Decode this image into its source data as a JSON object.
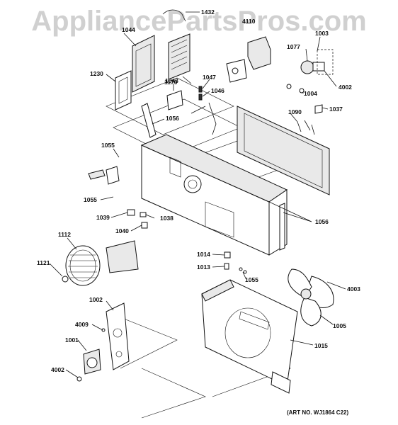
{
  "watermark": "AppliancePartsPros.com",
  "art_number": "(ART NO. WJ1864 C22)",
  "callouts": [
    "1432",
    "4110",
    "1044",
    "1003",
    "1077",
    "1230",
    "1043",
    "1047",
    "1170",
    "1046",
    "4002",
    "1004",
    "1037",
    "1090",
    "1056",
    "1055",
    "1055",
    "1039",
    "1038",
    "1040",
    "1056",
    "1112",
    "1121",
    "1014",
    "1013",
    "1055",
    "4003",
    "1002",
    "4009",
    "1001",
    "4002",
    "1005",
    "1015"
  ]
}
